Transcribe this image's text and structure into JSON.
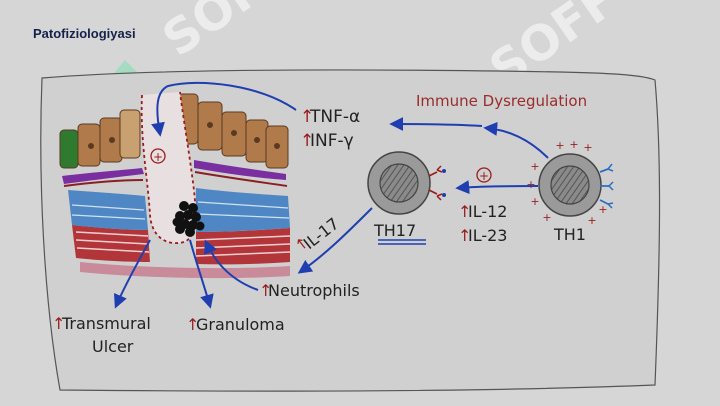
{
  "slide_title": "Patofiziologiyasi",
  "watermark": "SOFF",
  "colors": {
    "background": "#d6d6d6",
    "panel": "#d0d0d0",
    "arrow": "#1f3fb0",
    "up_arrow": "#9a1c1c",
    "label_red": "#9a2c2c",
    "text_dark": "#222222",
    "watermark": "#ffffff",
    "watermark_accent": "#7fe0b0",
    "villi": "#b07a4a",
    "goblet": "#2f7a2f",
    "purple_band": "#7a2fa0",
    "blue_layer": "#4f87c4",
    "red_layer": "#b2353a",
    "pink_base": "#c98a9a",
    "cell_body": "#9a9a9a"
  },
  "labels": {
    "immune_dysregulation": "Immune Dysregulation",
    "tnf": "TNF-α",
    "inf": "INF-γ",
    "il17": "IL-17",
    "il12": "IL-12",
    "il23": "IL-23",
    "th17": "TH17",
    "th1": "TH1",
    "neutrophils": "Neutrophils",
    "transmural_line1": "Transmural",
    "transmural_line2": "Ulcer",
    "granuloma": "Granuloma",
    "plus_sign": "+",
    "up_arrow": "↑"
  }
}
